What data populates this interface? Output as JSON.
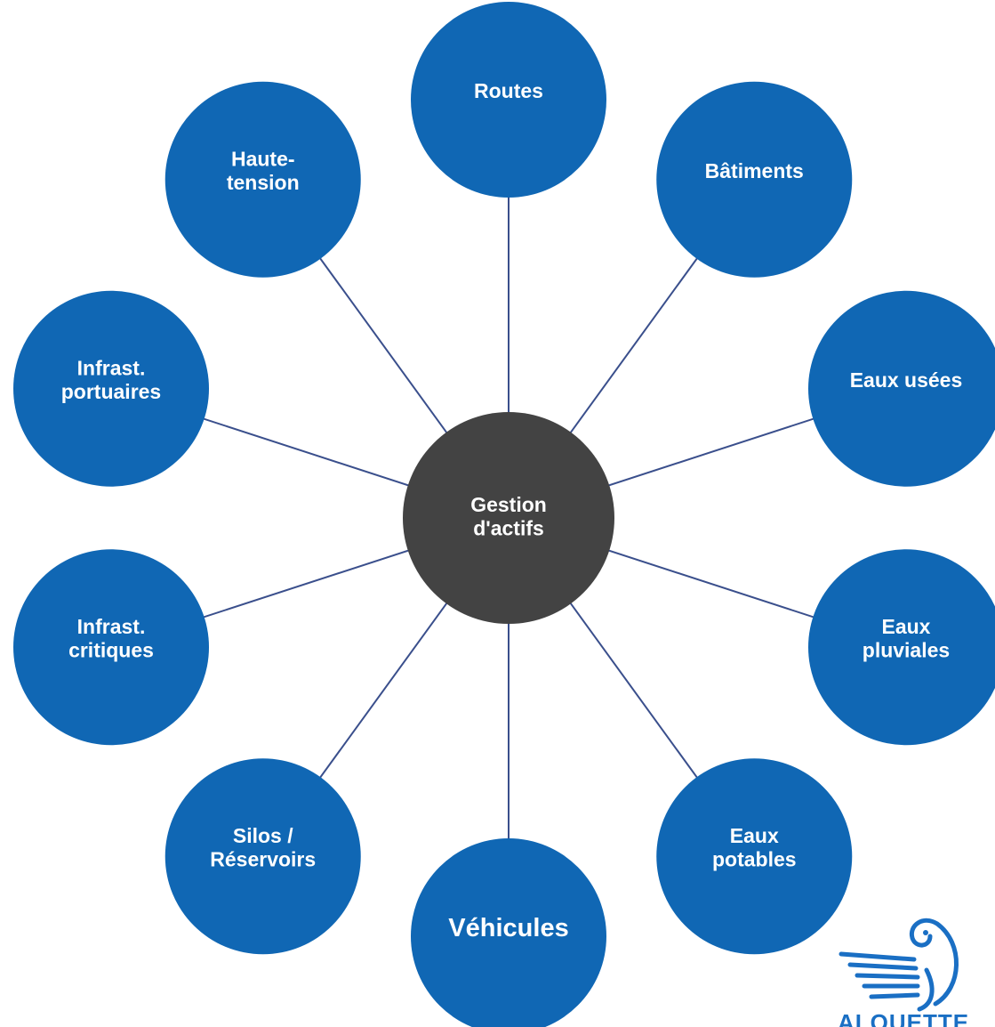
{
  "diagram": {
    "center": {
      "lines": [
        "Gestion",
        "d'actifs"
      ],
      "color": "#434343"
    },
    "node_color": "#1067b4",
    "connector_color": "#3a4f8c",
    "nodes": [
      {
        "id": "routes",
        "lines": [
          "Routes"
        ]
      },
      {
        "id": "batiments",
        "lines": [
          "Bâtiments"
        ]
      },
      {
        "id": "eaux-usees",
        "lines": [
          "Eaux usées"
        ]
      },
      {
        "id": "eaux-pluviales",
        "lines": [
          "Eaux",
          "pluviales"
        ]
      },
      {
        "id": "eaux-potables",
        "lines": [
          "Eaux",
          "potables"
        ]
      },
      {
        "id": "vehicules",
        "lines": [
          "Véhicules"
        ]
      },
      {
        "id": "silos-reservoirs",
        "lines": [
          "Silos /",
          "Réservoirs"
        ]
      },
      {
        "id": "infrast-critiques",
        "lines": [
          "Infrast.",
          "critiques"
        ]
      },
      {
        "id": "infrast-portuaires",
        "lines": [
          "Infrast.",
          "portuaires"
        ]
      },
      {
        "id": "haute-tension",
        "lines": [
          "Haute-",
          "tension"
        ]
      }
    ]
  },
  "logo": {
    "text": "ALOUETTE",
    "color": "#1a6fc4",
    "icon": "bird-logo-icon"
  }
}
